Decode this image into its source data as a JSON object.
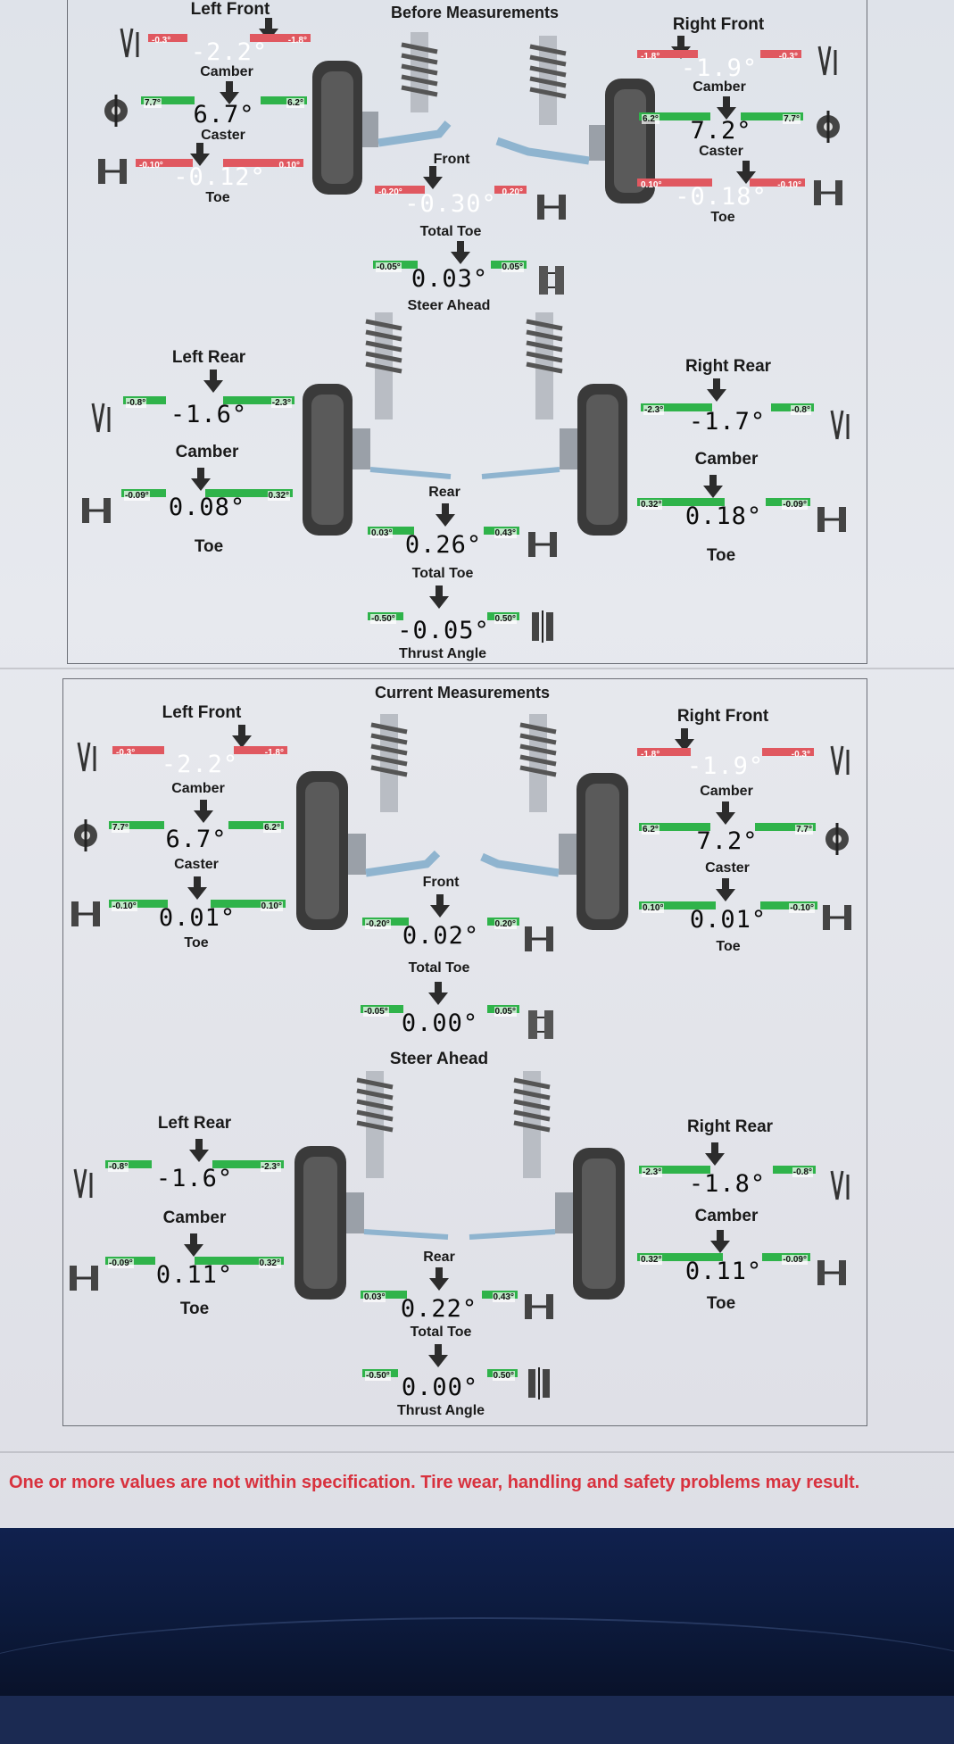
{
  "warning_text": "One or more values are not within specification.  Tire wear, handling and safety problems may result.",
  "colors": {
    "in_spec": "#2fb34a",
    "out_of_spec": "#e05860",
    "warning": "#d8323e"
  },
  "before": {
    "title": "Before Measurements",
    "left_front": {
      "title": "Left Front",
      "camber": {
        "label": "Camber",
        "value": "-2.2°",
        "min": "-0.3°",
        "max": "-1.8°",
        "status": "out"
      },
      "caster": {
        "label": "Caster",
        "value": "6.7°",
        "min": "7.7°",
        "max": "6.2°",
        "status": "in"
      },
      "toe": {
        "label": "Toe",
        "value": "-0.12°",
        "min": "-0.10°",
        "max": "0.10°",
        "status": "out"
      }
    },
    "right_front": {
      "title": "Right Front",
      "camber": {
        "label": "Camber",
        "value": "-1.9°",
        "min": "-1.8°",
        "max": "-0.3°",
        "status": "out"
      },
      "caster": {
        "label": "Caster",
        "value": "7.2°",
        "min": "6.2°",
        "max": "7.7°",
        "status": "in"
      },
      "toe": {
        "label": "Toe",
        "value": "-0.18°",
        "min": "0.10°",
        "max": "-0.10°",
        "status": "out"
      }
    },
    "front_label": "Front",
    "total_toe_front": {
      "label": "Total Toe",
      "value": "-0.30°",
      "min": "-0.20°",
      "max": "0.20°",
      "status": "out"
    },
    "steer_ahead": {
      "label": "Steer Ahead",
      "value": "0.03°",
      "min": "-0.05°",
      "max": "0.05°",
      "status": "in"
    },
    "left_rear": {
      "title": "Left Rear",
      "camber": {
        "label": "Camber",
        "value": "-1.6°",
        "min": "-0.8°",
        "max": "-2.3°",
        "status": "in"
      },
      "toe": {
        "label": "Toe",
        "value": "0.08°",
        "min": "-0.09°",
        "max": "0.32°",
        "status": "in"
      }
    },
    "right_rear": {
      "title": "Right Rear",
      "camber": {
        "label": "Camber",
        "value": "-1.7°",
        "min": "-2.3°",
        "max": "-0.8°",
        "status": "in"
      },
      "toe": {
        "label": "Toe",
        "value": "0.18°",
        "min": "0.32°",
        "max": "-0.09°",
        "status": "in"
      }
    },
    "rear_label": "Rear",
    "total_toe_rear": {
      "label": "Total Toe",
      "value": "0.26°",
      "min": "0.03°",
      "max": "0.43°",
      "status": "in"
    },
    "thrust_angle": {
      "label": "Thrust Angle",
      "value": "-0.05°",
      "min": "-0.50°",
      "max": "0.50°",
      "status": "in"
    }
  },
  "current": {
    "title": "Current Measurements",
    "left_front": {
      "title": "Left Front",
      "camber": {
        "label": "Camber",
        "value": "-2.2°",
        "min": "-0.3°",
        "max": "-1.8°",
        "status": "out"
      },
      "caster": {
        "label": "Caster",
        "value": "6.7°",
        "min": "7.7°",
        "max": "6.2°",
        "status": "in"
      },
      "toe": {
        "label": "Toe",
        "value": "0.01°",
        "min": "-0.10°",
        "max": "0.10°",
        "status": "in"
      }
    },
    "right_front": {
      "title": "Right Front",
      "camber": {
        "label": "Camber",
        "value": "-1.9°",
        "min": "-1.8°",
        "max": "-0.3°",
        "status": "out"
      },
      "caster": {
        "label": "Caster",
        "value": "7.2°",
        "min": "6.2°",
        "max": "7.7°",
        "status": "in"
      },
      "toe": {
        "label": "Toe",
        "value": "0.01°",
        "min": "0.10°",
        "max": "-0.10°",
        "status": "in"
      }
    },
    "front_label": "Front",
    "total_toe_front": {
      "label": "Total Toe",
      "value": "0.02°",
      "min": "-0.20°",
      "max": "0.20°",
      "status": "in"
    },
    "steer_ahead": {
      "label": "Steer Ahead",
      "value": "0.00°",
      "min": "-0.05°",
      "max": "0.05°",
      "status": "in"
    },
    "left_rear": {
      "title": "Left Rear",
      "camber": {
        "label": "Camber",
        "value": "-1.6°",
        "min": "-0.8°",
        "max": "-2.3°",
        "status": "in"
      },
      "toe": {
        "label": "Toe",
        "value": "0.11°",
        "min": "-0.09°",
        "max": "0.32°",
        "status": "in"
      }
    },
    "right_rear": {
      "title": "Right Rear",
      "camber": {
        "label": "Camber",
        "value": "-1.8°",
        "min": "-2.3°",
        "max": "-0.8°",
        "status": "in"
      },
      "toe": {
        "label": "Toe",
        "value": "0.11°",
        "min": "0.32°",
        "max": "-0.09°",
        "status": "in"
      }
    },
    "rear_label": "Rear",
    "total_toe_rear": {
      "label": "Total Toe",
      "value": "0.22°",
      "min": "0.03°",
      "max": "0.43°",
      "status": "in"
    },
    "thrust_angle": {
      "label": "Thrust Angle",
      "value": "0.00°",
      "min": "-0.50°",
      "max": "0.50°",
      "status": "in"
    }
  }
}
